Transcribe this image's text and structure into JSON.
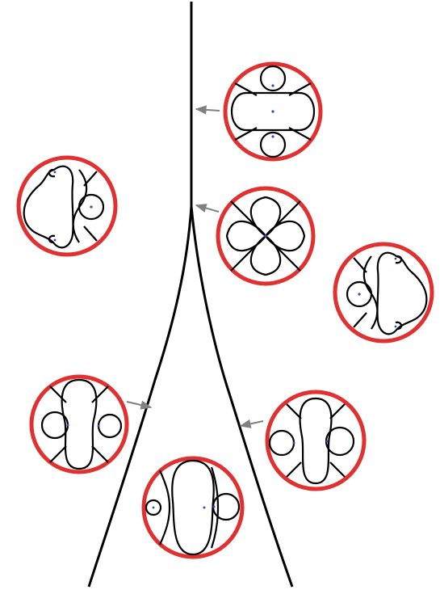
{
  "diagram": {
    "description_free": true,
    "colors": {
      "curve": "#000000",
      "ring": "#e03030",
      "arrow": "#808080",
      "point": "#2a4fb5"
    },
    "panels": [
      {
        "id": "top-right",
        "variant": "pill-with-two-circles"
      },
      {
        "id": "left-upper",
        "variant": "bean-with-circle-right"
      },
      {
        "id": "cusp",
        "variant": "four-petal"
      },
      {
        "id": "right-middle",
        "variant": "bean-with-circle-left"
      },
      {
        "id": "left-lower",
        "variant": "vertical-pill-two-side-circles"
      },
      {
        "id": "right-lower",
        "variant": "vertical-pill-two-side-circles"
      },
      {
        "id": "bottom-center",
        "variant": "vertical-oval-small-circles"
      }
    ]
  }
}
